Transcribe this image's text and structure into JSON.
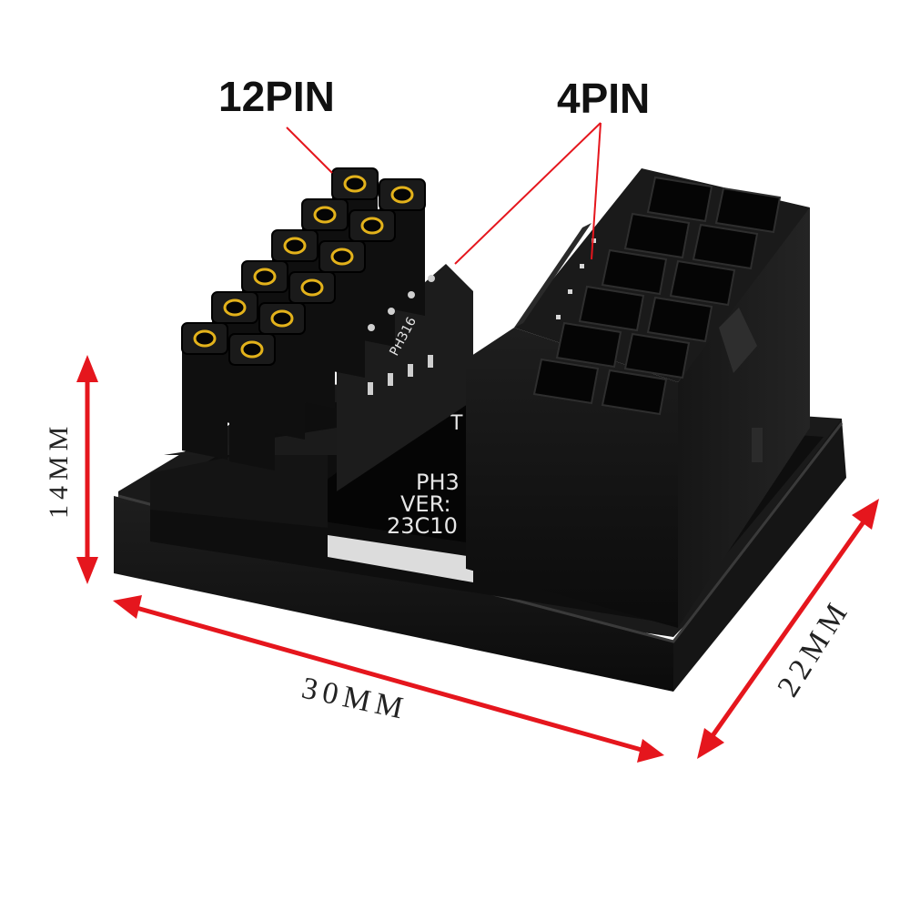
{
  "labels": {
    "pin12": "12PIN",
    "pin4": "4PIN"
  },
  "dimensions": {
    "height": "14MM",
    "length": "30MM",
    "depth": "22MM"
  },
  "pcb_text": {
    "line1": "T",
    "line2": "PH3",
    "line3": "VER:",
    "line4": "23C10",
    "side_print": "PH316"
  },
  "colors": {
    "body": "#121212",
    "body_edge": "#2c2c2c",
    "arrow": "#e5161d",
    "pin": "#e3b21b",
    "background": "#ffffff"
  },
  "icons": {
    "height_arrow": "double-arrow-vertical",
    "length_arrow": "double-arrow-diagonal",
    "depth_arrow": "double-arrow-diagonal"
  }
}
